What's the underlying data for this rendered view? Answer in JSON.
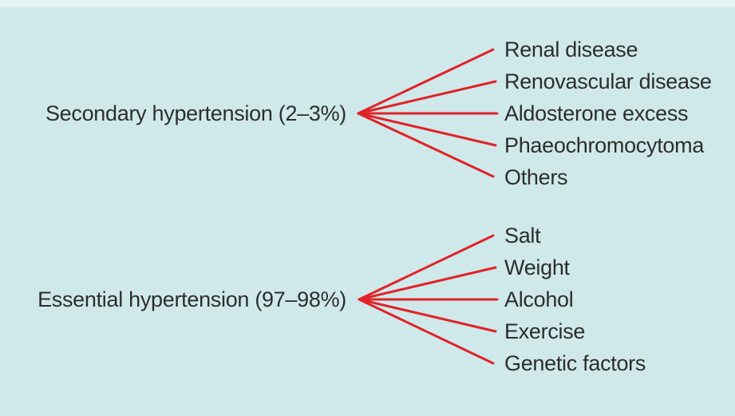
{
  "colors": {
    "background": "#cfe9eb",
    "background_top_strip": "#e4f3f4",
    "line_red": "#e02327",
    "text": "#2d2d2d"
  },
  "groups": [
    {
      "source": "Secondary hypertension (2–3%)",
      "targets": [
        "Renal disease",
        "Renovascular disease",
        "Aldosterone excess",
        "Phaeochromocytoma",
        "Others"
      ]
    },
    {
      "source": "Essential hypertension (97–98%)",
      "targets": [
        "Salt",
        "Weight",
        "Alcohol",
        "Exercise",
        "Genetic factors"
      ]
    }
  ]
}
